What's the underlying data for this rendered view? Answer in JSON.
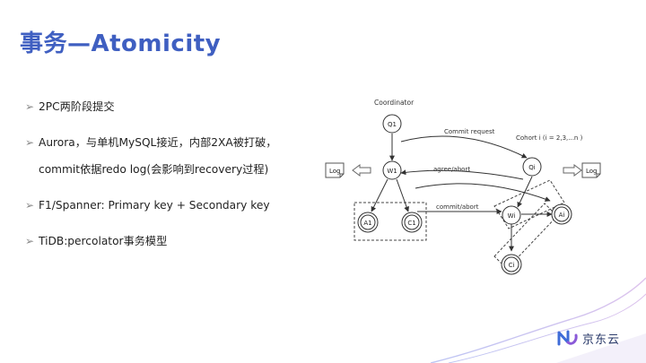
{
  "slide": {
    "title": "事务—Atomicity",
    "bullets": [
      "2PC两阶段提交",
      "Aurora，与单机MySQL接近，内部2XA被打破，commit依据redo log(会影响到recovery过程)",
      "F1/Spanner: Primary key + Secondary key",
      "TiDB:percolator事务模型"
    ],
    "bullet_marker": "➢"
  },
  "diagram": {
    "coordinator_label": "Coordinator",
    "cohort_label": "Cohort i (i = 2,3,...n )",
    "nodes": {
      "q1": "Q1",
      "w1": "W1",
      "a1": "A1",
      "c1": "C1",
      "qi": "Qi",
      "wi": "Wi",
      "ai": "Ai",
      "ci": "Ci"
    },
    "edges": {
      "commit_request": "Commit request",
      "agree_abort": "agree/abort",
      "commit_abort": "commit/abort"
    },
    "log_left": "Log",
    "log_right": "Log"
  },
  "brand": {
    "logo_text": "京东云",
    "title_color": "#3f5fc1"
  }
}
